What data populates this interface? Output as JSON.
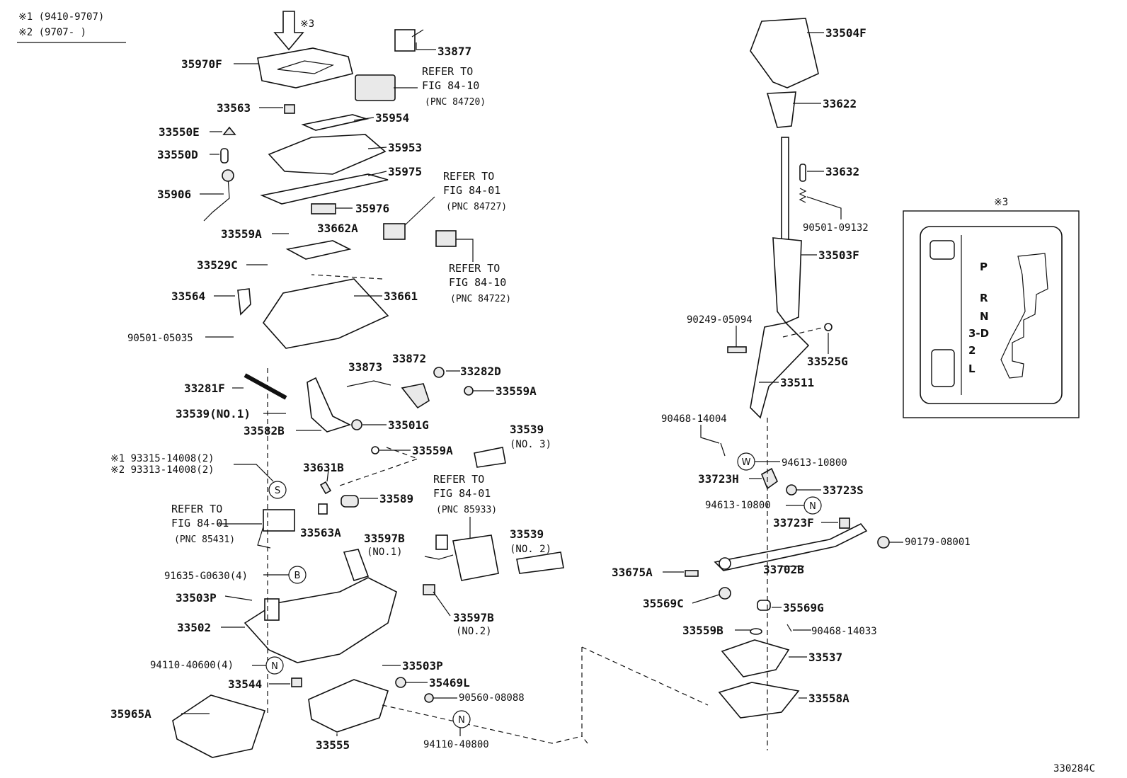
{
  "legend": {
    "note1": "※1 (9410-9707)",
    "note2": "※2 (9707-      )",
    "note3_mark": "※3"
  },
  "figure_code": "330284C",
  "callouts": {
    "n35970F": "35970F",
    "n33877": "33877",
    "n33563": "33563",
    "n35954": "35954",
    "n33550E": "33550E",
    "n35953": "35953",
    "n33550D": "33550D",
    "n35975": "35975",
    "n35906": "35906",
    "n35976": "35976",
    "n33559A_1": "33559A",
    "n33662A": "33662A",
    "n33529C": "33529C",
    "n33661": "33661",
    "n33564": "33564",
    "n90501_05035": "90501-05035",
    "n33281F": "33281F",
    "n33873": "33873",
    "n33872": "33872",
    "n33282D": "33282D",
    "n33559A_2": "33559A",
    "n33539_no1": "33539(NO.1)",
    "n33582B": "33582B",
    "n33501G": "33501G",
    "n33559A_3": "33559A",
    "n33539_no3_num": "33539",
    "n33539_no3_sub": "(NO. 3)",
    "n93315": "※1 93315-14008(2)",
    "n93313": "※2 93313-14008(2)",
    "n33631B": "33631B",
    "n33589": "33589",
    "n33563A": "33563A",
    "n33597B_1": "33597B",
    "n33597B_1_sub": "(NO.1)",
    "n33539_no2_num": "33539",
    "n33539_no2_sub": "(NO. 2)",
    "n91635": "91635-G0630(4)",
    "n33503P_1": "33503P",
    "n33502": "33502",
    "n33597B_2": "33597B",
    "n33597B_2_sub": "(NO.2)",
    "n94110_40600": "94110-40600(4)",
    "n33503P_2": "33503P",
    "n33544": "33544",
    "n35469L": "35469L",
    "n90560": "90560-08088",
    "n35965A": "35965A",
    "n33555": "33555",
    "n94110_40800": "94110-40800",
    "n33504F": "33504F",
    "n33622": "33622",
    "n33632": "33632",
    "n90501_09132": "90501-09132",
    "n33503F": "33503F",
    "n90249": "90249-05094",
    "n33525G": "33525G",
    "n33511": "33511",
    "n90468_14004": "90468-14004",
    "n94613_a": "94613-10800",
    "n33723H": "33723H",
    "n33723S": "33723S",
    "n94613_b": "94613-10800",
    "n33723F": "33723F",
    "n90179": "90179-08001",
    "n33675A": "33675A",
    "n33702B": "33702B",
    "n35569C": "35569C",
    "n35569G": "35569G",
    "n33559B": "33559B",
    "n90468_14033": "90468-14033",
    "n33537": "33537",
    "n33558A": "33558A"
  },
  "refers": {
    "r1": {
      "l1": "REFER TO",
      "l2": "FIG 84-10",
      "l3": "(PNC 84720)"
    },
    "r2": {
      "l1": "REFER TO",
      "l2": "FIG 84-01",
      "l3": "(PNC 84727)"
    },
    "r3": {
      "l1": "REFER TO",
      "l2": "FIG 84-10",
      "l3": "(PNC 84722)"
    },
    "r4": {
      "l1": "REFER TO",
      "l2": "FIG 84-01",
      "l3": "(PNC 85431)"
    },
    "r5": {
      "l1": "REFER TO",
      "l2": "FIG 84-01",
      "l3": "(PNC 85933)"
    }
  },
  "circle_marks": {
    "s": "S",
    "b": "B",
    "n1": "N",
    "n2": "N",
    "n3": "N",
    "w": "W"
  },
  "gate_detail": {
    "title": "※3",
    "positions": [
      "P",
      "R",
      "N",
      "3-D",
      "2",
      "L"
    ]
  }
}
